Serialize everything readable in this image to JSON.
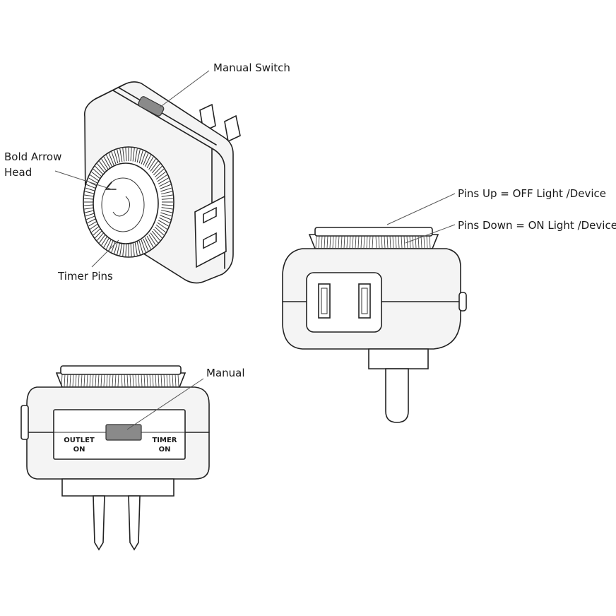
{
  "labels": {
    "manual_switch": "Manual Switch",
    "bold_arrow_line1": "Bold Arrow",
    "bold_arrow_line2": "Head",
    "timer_pins": "Timer Pins",
    "pins_up": "Pins Up = OFF Light /Device",
    "pins_down": "Pins Down = ON Light /Device",
    "manual": "Manual",
    "outlet_line1": "OUTLET",
    "outlet_line2": "ON",
    "timer_line1": "TIMER",
    "timer_line2": "ON"
  },
  "colors": {
    "line": "#222222",
    "switch_fill": "#8a8a8a",
    "background": "#ffffff"
  }
}
